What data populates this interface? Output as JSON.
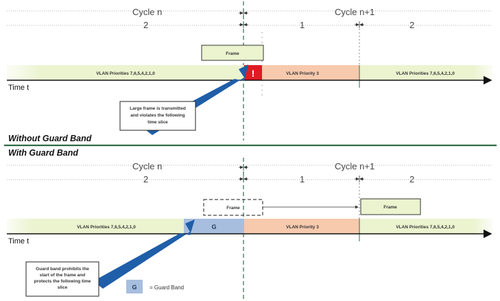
{
  "colors": {
    "green_slice": "#ebf3cf",
    "orange_slice": "#f7c9ad",
    "guard_band": "#a8bedf",
    "error": "#e01b24",
    "dark_green": "#2f6b44",
    "arrow_blue": "#1f5ea8"
  },
  "top": {
    "cycle_n": "Cycle n",
    "cycle_n1": "Cycle n+1",
    "slot_left": "2",
    "slot_mid": "1",
    "slot_right": "2",
    "frame_label": "Frame",
    "vlan_left": "VLAN Priorities 7,6,5,4,2,1,0",
    "vlan_mid": "VLAN Priority 3",
    "vlan_right": "VLAN Priorities 7,6,5,4,2,1,0",
    "time_label": "Time t",
    "error_mark": "!",
    "callout_line1": "Large frame is transmitted",
    "callout_line2": "and violates the following",
    "callout_line3": "time slice"
  },
  "divider": {
    "without_label": "Without Guard Band",
    "with_label": "With Guard Band"
  },
  "bottom": {
    "cycle_n": "Cycle n",
    "cycle_n1": "Cycle n+1",
    "slot_left": "2",
    "slot_mid": "1",
    "slot_right": "2",
    "frame_dashed_label": "Frame",
    "frame_label": "Frame",
    "vlan_left": "VLAN Priorities 7,6,5,4,2,1,0",
    "guard_label": "G",
    "vlan_mid": "VLAN Priority 3",
    "vlan_right": "VLAN Priorities 7,6,5,4,2,1,0",
    "time_label": "Time t",
    "callout_line1": "Guard band prohibits the",
    "callout_line2": "start of the frame and",
    "callout_line3": "protects the following time",
    "callout_line4": "slice"
  },
  "legend": {
    "symbol": "G",
    "text": "= Guard Band"
  }
}
